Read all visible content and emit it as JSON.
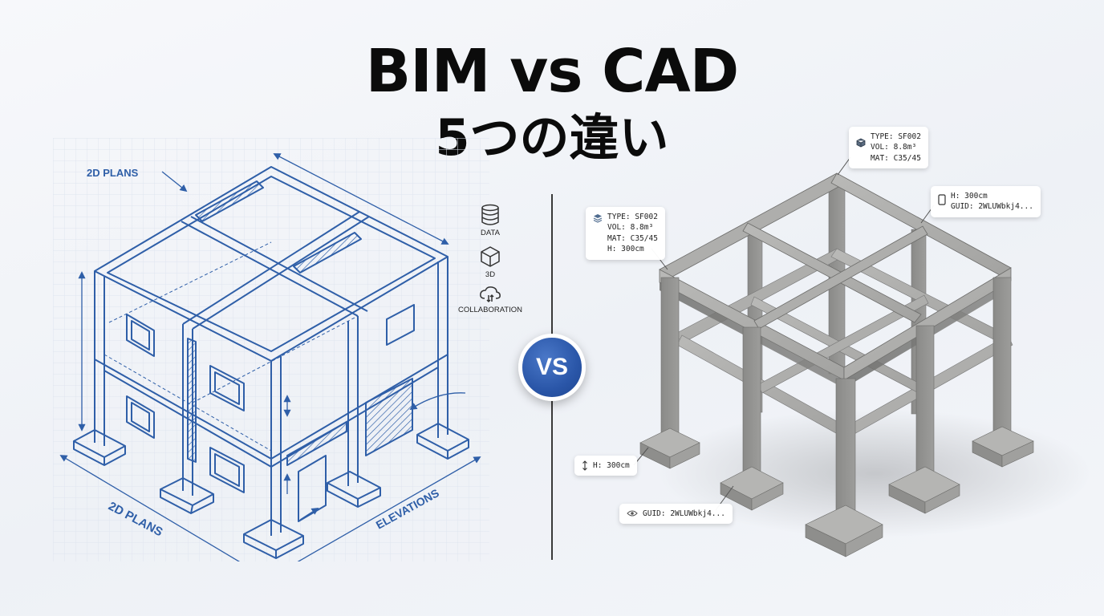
{
  "header": {
    "title": "BIM vs CAD",
    "subtitle": "5つの違い"
  },
  "vs_badge": {
    "label": "VS"
  },
  "cad_panel": {
    "labels": {
      "plans_top": "2D PLANS",
      "plans_bottom": "2D PLANS",
      "elevations": "ELEVATIONS"
    },
    "side_icons": [
      {
        "icon": "database-icon",
        "label": "DATA"
      },
      {
        "icon": "cube-icon",
        "label": "3D"
      },
      {
        "icon": "cloud-sync-icon",
        "label": "COLLABORATION"
      }
    ]
  },
  "bim_panel": {
    "tags": {
      "top_center": [
        "TYPE: SF002",
        "VOL: 8.8m³",
        "MAT: C35/45"
      ],
      "top_right": [
        "H: 300cm",
        "GUID: 2WLUWbkj4..."
      ],
      "left": [
        "TYPE: SF002",
        "VOL: 8.8m³",
        "MAT: C35/45",
        "H: 300cm"
      ],
      "bottom_left": [
        "H: 300cm"
      ],
      "bottom_guid": [
        "GUID: 2WLUWbkj4..."
      ]
    }
  },
  "colors": {
    "blueprint_line": "#2f5fa8",
    "grid": "#dfe5ef",
    "concrete": "#9a9a9a",
    "vs_badge": "#2a56a8"
  }
}
